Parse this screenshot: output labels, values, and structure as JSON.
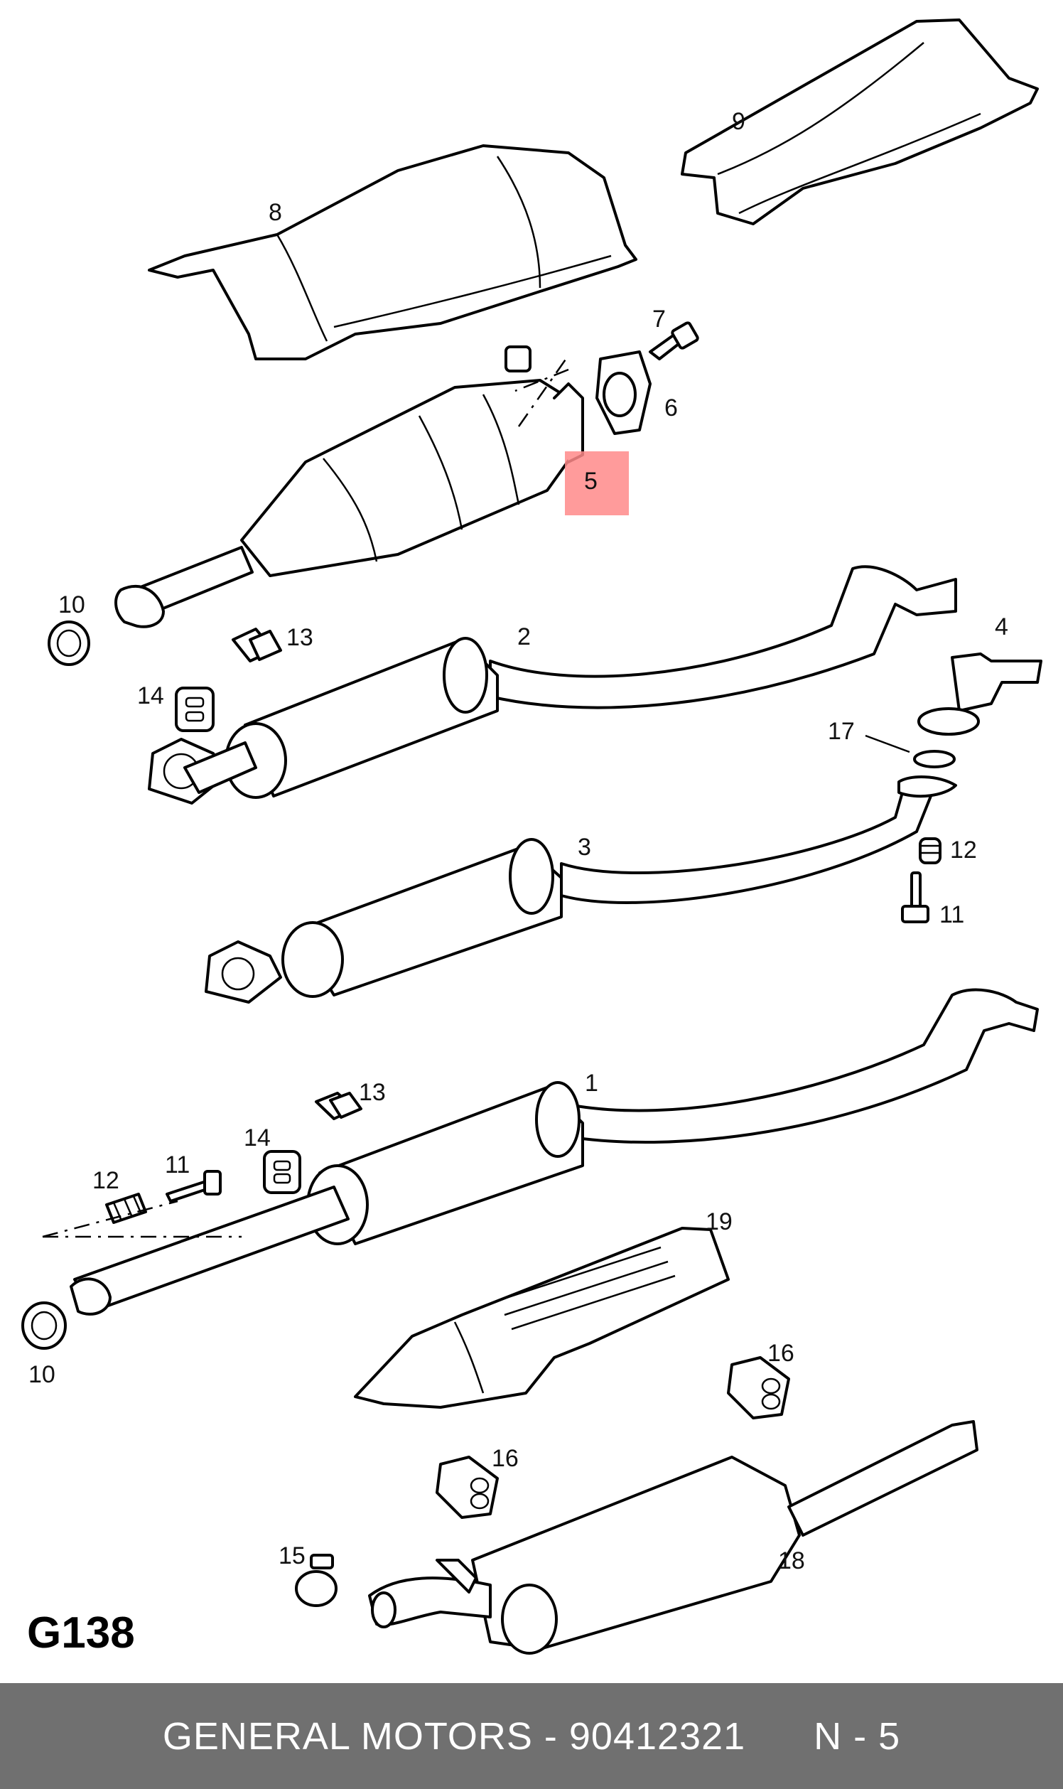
{
  "diagram": {
    "code": "G138",
    "highlighted_part": "5",
    "labels": {
      "p1": "1",
      "p2": "2",
      "p3": "3",
      "p4": "4",
      "p5": "5",
      "p6": "6",
      "p7": "7",
      "p8": "8",
      "p9": "9",
      "p10a": "10",
      "p10b": "10",
      "p11a": "11",
      "p11b": "11",
      "p12a": "12",
      "p12b": "12",
      "p13a": "13",
      "p13b": "13",
      "p14a": "14",
      "p14b": "14",
      "p15": "15",
      "p16a": "16",
      "p16b": "16",
      "p17": "17",
      "p18": "18",
      "p19": "19"
    }
  },
  "footer": {
    "text": "GENERAL MOTORS - 90412321      N - 5"
  },
  "colors": {
    "highlight": "#ff8a8a",
    "footer_bg": "#707070",
    "footer_text": "#ffffff"
  }
}
